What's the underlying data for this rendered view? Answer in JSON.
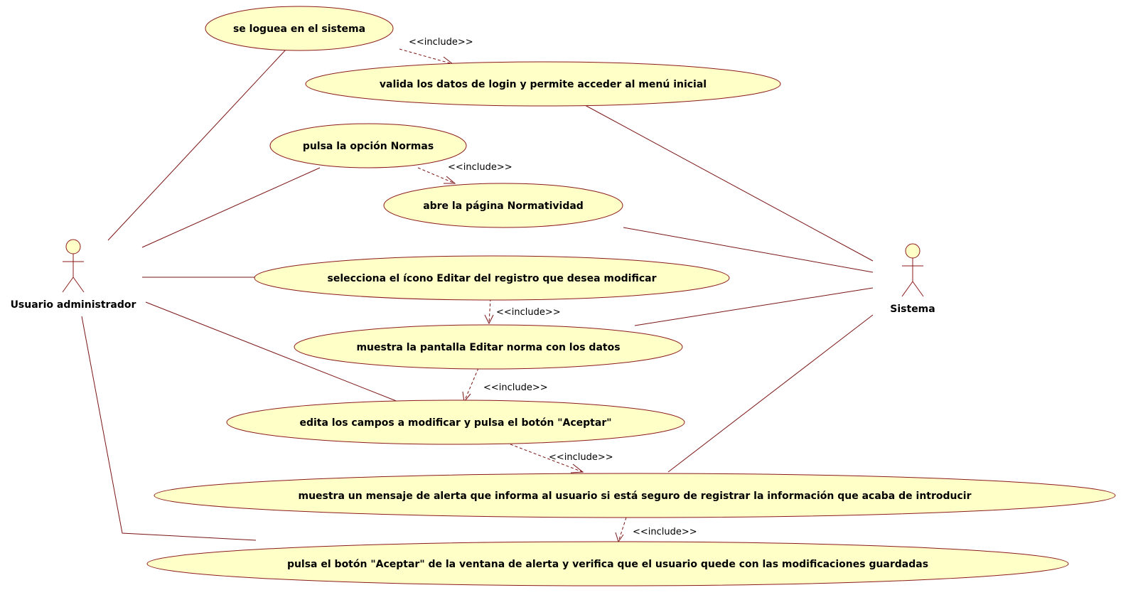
{
  "actors": {
    "admin": {
      "label": "Usuario administrador"
    },
    "system": {
      "label": "Sistema"
    }
  },
  "use_cases": [
    {
      "id": "uc1",
      "label": "se loguea en el sistema"
    },
    {
      "id": "uc2",
      "label": "valida los datos de login y permite acceder al menú inicial"
    },
    {
      "id": "uc3",
      "label": "pulsa la opción Normas"
    },
    {
      "id": "uc4",
      "label": "abre la página Normatividad"
    },
    {
      "id": "uc5",
      "label": "selecciona el ícono Editar del registro que desea modificar"
    },
    {
      "id": "uc6",
      "label": "muestra la pantalla Editar norma con los datos"
    },
    {
      "id": "uc7",
      "label": "edita los campos a modificar y pulsa el botón \"Aceptar\""
    },
    {
      "id": "uc8",
      "label": "muestra un mensaje de alerta que informa al usuario si está seguro de registrar la información que acaba de introducir"
    },
    {
      "id": "uc9",
      "label": "pulsa el botón \"Aceptar\" de la ventana de alerta y verifica que el usuario quede con las modificaciones guardadas"
    }
  ],
  "include_relations": [
    {
      "from": "uc1",
      "to": "uc2",
      "label": "<<include>>"
    },
    {
      "from": "uc3",
      "to": "uc4",
      "label": "<<include>>"
    },
    {
      "from": "uc5",
      "to": "uc6",
      "label": "<<include>>"
    },
    {
      "from": "uc6",
      "to": "uc7",
      "label": "<<include>>"
    },
    {
      "from": "uc7",
      "to": "uc8",
      "label": "<<include>>"
    },
    {
      "from": "uc8",
      "to": "uc9",
      "label": "<<include>>"
    }
  ],
  "colors": {
    "use_case_fill": "#ffffc8",
    "line": "#7a1414"
  }
}
